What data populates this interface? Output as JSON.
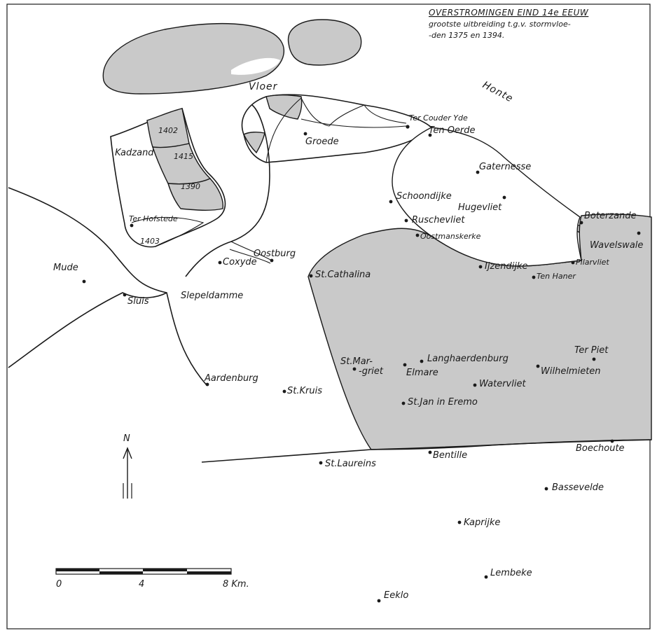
{
  "title": {
    "line1": "OVERSTROMINGEN EIND 14e EEUW",
    "line2": "grootste uitbreiding t.g.v. stormvloe-",
    "line3": "-den 1375 en 1394."
  },
  "water_labels": {
    "vloer": "Vloer",
    "honte": "Honte"
  },
  "places": {
    "ter_couder_yde": "Ter Couder Yde",
    "ten_oerde": "Ten Oerde",
    "groede": "Groede",
    "gaternesse": "Gaternesse",
    "schoondijke": "Schoondijke",
    "hugevliet": "Hugevliet",
    "boterzande": "Boterzande",
    "waveswale": "Wavelswale",
    "ruschevliet": "Ruschevliet",
    "oostmanskerke": "Oostmanskerke",
    "kadzand": "Kadzand",
    "ter_hofstede": "Ter Hofstede",
    "mude": "Mude",
    "coxyde": "Coxyde",
    "oostburg": "Oostburg",
    "st_cathalina": "St.Cathalina",
    "ijzendijke": "Ijzendijke",
    "pilarvliet": "Pilarvliet",
    "ten_haner": "Ten Haner",
    "sluis": "Sluis",
    "slepeldamme": "Slepeldamme",
    "ter_piet": "Ter Piet",
    "wilhelmieten": "Wilhelmieten",
    "st_margriet_1": "St.Mar-",
    "st_margriet_2": "-griet",
    "langhaerdenburg": "Langhaerdenburg",
    "elmare": "Elmare",
    "watervliet": "Watervliet",
    "st_jan_in_eremo": "St.Jan in Eremo",
    "aardenburg": "Aardenburg",
    "st_kruis": "St.Kruis",
    "st_laureins": "St.Laureins",
    "bentille": "Bentille",
    "boechoute": "Boechoute",
    "bassevelde": "Bassevelde",
    "kaprijke": "Kaprijke",
    "lembeke": "Lembeke",
    "eeklo": "Eeklo"
  },
  "polder_years": {
    "y1402": "1402",
    "y1415": "1415",
    "y1390": "1390",
    "y1403": "1403"
  },
  "north_arrow": {
    "label": "N"
  },
  "scale_bar": {
    "t0": "0",
    "t4": "4",
    "t8": "8 Km."
  },
  "colors": {
    "flooded": "#c9c9c9",
    "ink": "#1a1a1a"
  }
}
